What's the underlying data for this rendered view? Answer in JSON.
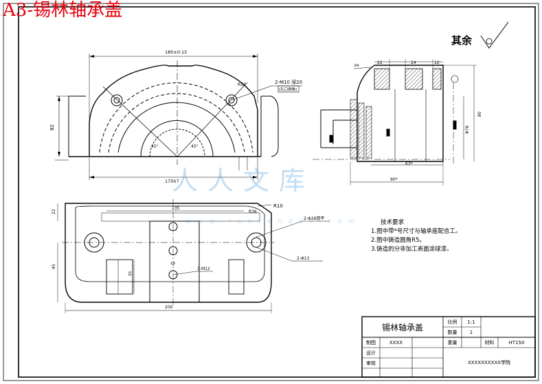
{
  "document_title": "A3-锡林轴承盖",
  "roughness_label": "其余",
  "tech_notes": {
    "heading": "技术要求",
    "items": [
      "1.图中带*号尺寸与轴承座配合工。",
      "2.图中铸造圆角R5。",
      "3.铸造的分非加工表面涂球漆。"
    ]
  },
  "watermark": {
    "text": "人人文库",
    "url": "www.renrendoc.com"
  },
  "title_block": {
    "part_name": "锡林轴承盖",
    "scale_label": "比例",
    "scale_value": "1:1",
    "qty_label": "数量",
    "qty_value": "1",
    "drawn_label": "制图",
    "drawn_value": "XXXX",
    "weight_label": "重量",
    "material_label": "材料",
    "material_value": "HT150",
    "design_label": "设计",
    "check_label": "审核",
    "school_value": "XXXXXXXXXX学院"
  },
  "dimensions": {
    "front_top_width": "180±0.15",
    "front_bottom_width": "175h7",
    "front_height": "82",
    "bolt_holes": "2-M10 深20",
    "bolt_hole_spec": "(孔口倒角)",
    "r_label": "R52",
    "angle_1": "45°",
    "angle_2": "45°",
    "side_w1": "22",
    "side_w2": "24",
    "side_w3": "12",
    "side_h": "80",
    "side_dia": "Φ78",
    "side_bottom_1": "63*",
    "side_bottom_2": "90*",
    "side_r": "R4",
    "top_length": "135",
    "top_length_2": "200",
    "top_height": "22",
    "top_h2": "45",
    "top_h3": "30",
    "top_h4": "13",
    "top_r": "R10",
    "top_holes_1": "2-Φ26锪平",
    "top_holes_2": "2-Φ13",
    "top_holes_3": "3-M12",
    "top_d1": "R36"
  }
}
